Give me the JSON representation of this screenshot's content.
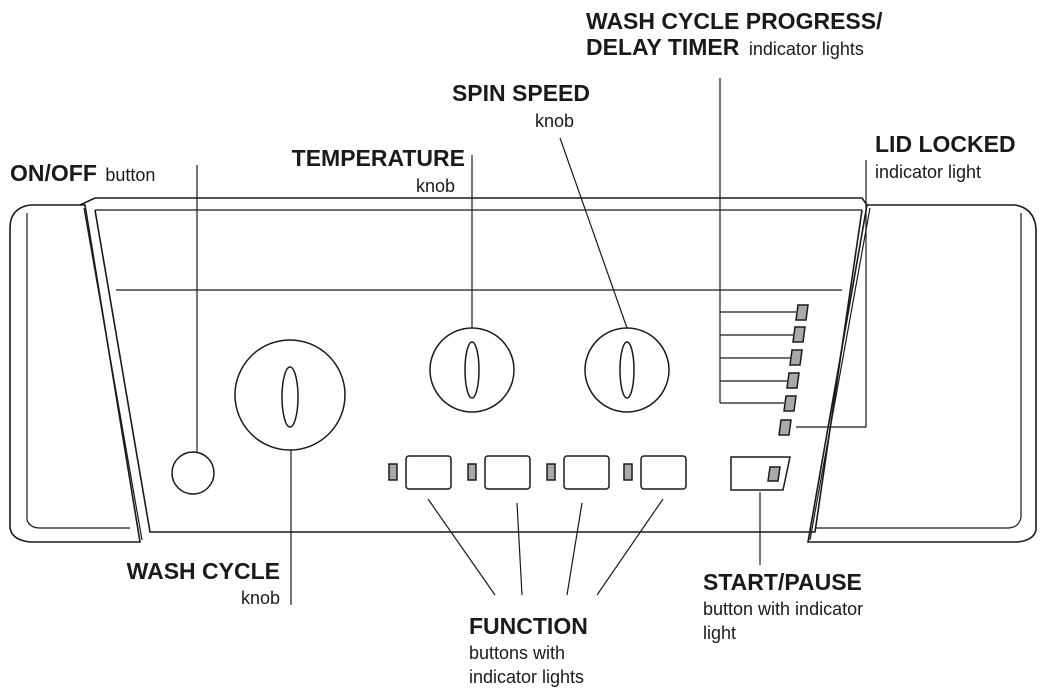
{
  "labels": {
    "on_off": {
      "bold": "ON/OFF",
      "normal": "button"
    },
    "temperature": {
      "bold": "TEMPERATURE",
      "normal": "knob"
    },
    "spin_speed": {
      "bold": "SPIN SPEED",
      "normal": "knob"
    },
    "progress": {
      "line1_bold": "WASH CYCLE PROGRESS/",
      "line2_bold": "DELAY TIMER",
      "line2_normal": "indicator lights"
    },
    "lid_locked": {
      "bold": "LID LOCKED",
      "normal": "indicator light"
    },
    "wash_cycle": {
      "bold": "WASH CYCLE",
      "normal": "knob"
    },
    "function": {
      "bold": "FUNCTION",
      "line1": "buttons with",
      "line2": "indicator lights"
    },
    "start_pause": {
      "bold": "START/PAUSE",
      "line1": "button with indicator",
      "line2": "light"
    }
  },
  "colors": {
    "ink": "#1a1a1a",
    "indicator_fill": "#a9a9a9",
    "background": "#ffffff"
  },
  "icons": {
    "progress_lights": 6,
    "function_buttons": 4
  }
}
